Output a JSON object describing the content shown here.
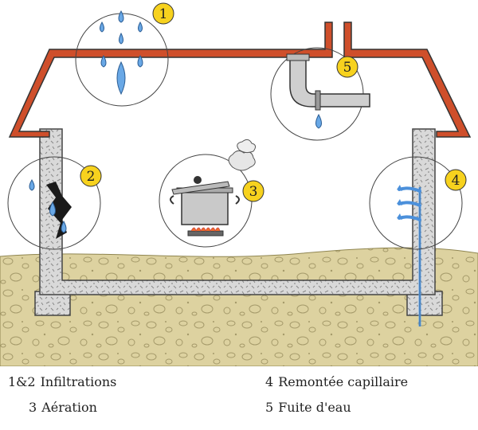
{
  "colors": {
    "roof": "#cf4f2b",
    "wall": "#dcdcdc",
    "soil": "#ddd2a0",
    "water": "#69a8e6",
    "badge": "#f7d21e"
  },
  "markers": [
    {
      "id": "1",
      "icon": "rain-drops-icon"
    },
    {
      "id": "2",
      "icon": "wall-crack-icon"
    },
    {
      "id": "3",
      "icon": "cooking-pot-icon"
    },
    {
      "id": "4",
      "icon": "capillary-rise-icon"
    },
    {
      "id": "5",
      "icon": "leaking-pipe-icon"
    }
  ],
  "legend": [
    {
      "num": "1&2",
      "label": "Infiltrations"
    },
    {
      "num": "3",
      "label": "Aération"
    },
    {
      "num": "4",
      "label": "Remontée capillaire"
    },
    {
      "num": "5",
      "label": "Fuite d'eau"
    }
  ]
}
